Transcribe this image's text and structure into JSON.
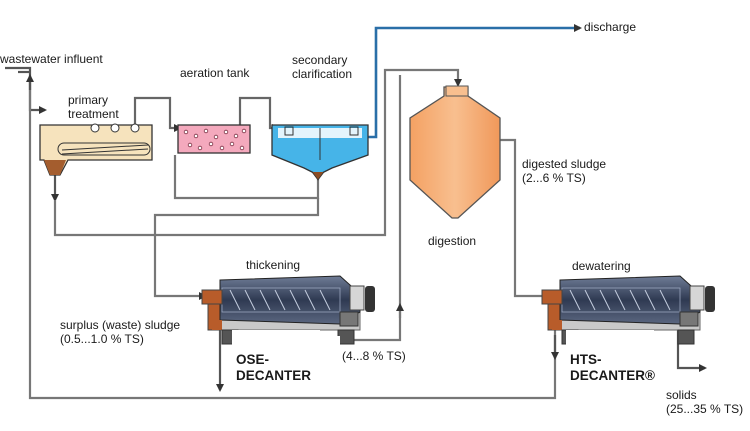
{
  "labels": {
    "wastewater_influent": "wastewater influent",
    "primary_treatment": [
      "primary",
      "treatment"
    ],
    "aeration_tank": "aeration tank",
    "secondary_clarification": [
      "secondary",
      "clarification"
    ],
    "discharge": "discharge",
    "digestion": "digestion",
    "digested_sludge": [
      "digested sludge",
      "(2...6 % TS)"
    ],
    "thickening": "thickening",
    "dewatering": "dewatering",
    "surplus_sludge": [
      "surplus (waste) sludge",
      "(0.5...1.0 % TS)"
    ],
    "thickened_ts": "(4...8 % TS)",
    "ose_decanter": [
      "OSE-",
      "DECANTER"
    ],
    "hts_decanter": [
      "HTS-",
      "DECANTER®"
    ],
    "solids": [
      "solids",
      "(25...35 % TS)"
    ]
  },
  "colors": {
    "pipe": "#8a8a8a",
    "pipe_dark": "#555555",
    "discharge_pipe": "#2a6fa8",
    "clarifier_water": "#46b4e8",
    "aeration_fill": "#f4a9bd",
    "primary_fill": "#f6e3bd",
    "sludge_brown": "#a45d2e",
    "digester_fill": "#f7b27a",
    "decanter_body": "#3d4a66",
    "decanter_motor": "#b85c2a"
  },
  "icons": [
    "arrow-icon",
    "decanter-centrifuge-icon",
    "digester-tank-icon",
    "clarifier-tank-icon",
    "aeration-tank-icon",
    "primary-tank-icon"
  ]
}
